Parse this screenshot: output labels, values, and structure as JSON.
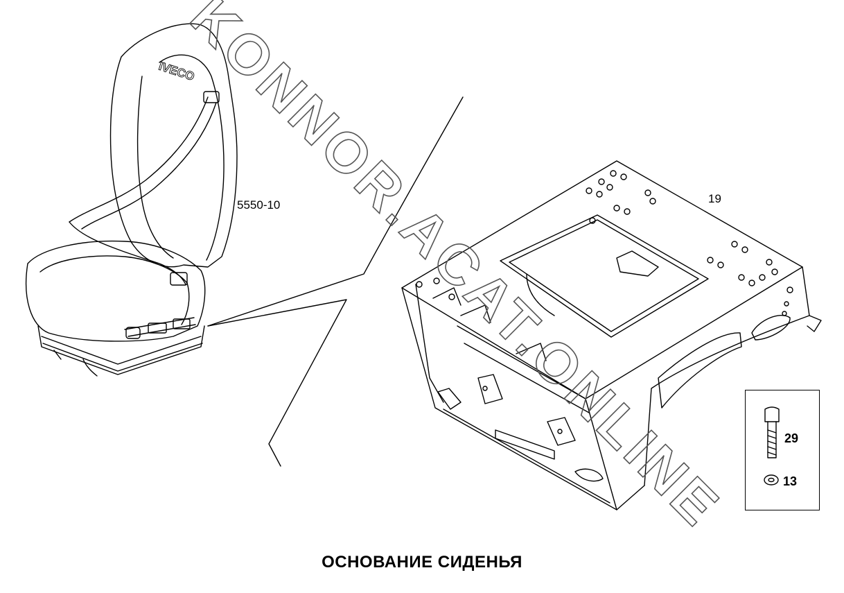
{
  "callouts": {
    "seat_assembly": "5550-10",
    "seat_base": "19",
    "bolt": "29",
    "washer": "13"
  },
  "seat_brand": "IVECO",
  "watermark": "KONNOR.ACAT.ONLINE",
  "caption": "ОСНОВАНИЕ СИДЕНЬЯ"
}
